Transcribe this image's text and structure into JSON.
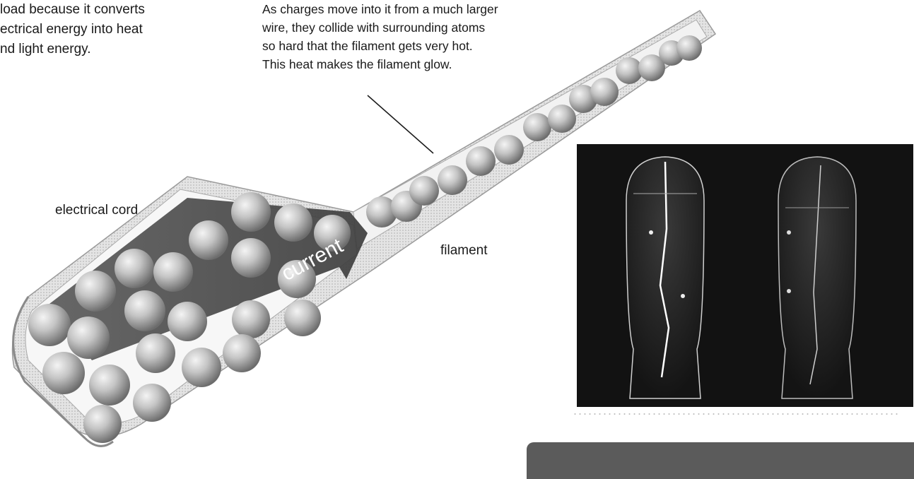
{
  "intro_text": "load because it converts\nectrical energy into heat\nnd light energy.",
  "caption_text": "As charges move into it from a much larger\nwire, they collide with surrounding atoms\nso hard that the filament gets very hot.\nThis heat makes the filament glow.",
  "labels": {
    "cord": "electrical cord",
    "filament": "filament",
    "current": "current"
  },
  "colors": {
    "sphere": "#c9c9c9",
    "sphere_dark": "#6f6f6f",
    "arrow": "#4a4a4a",
    "sheath": "#d9d9d9",
    "banner": "#5b5b5b",
    "photo_bg": "#121212"
  }
}
